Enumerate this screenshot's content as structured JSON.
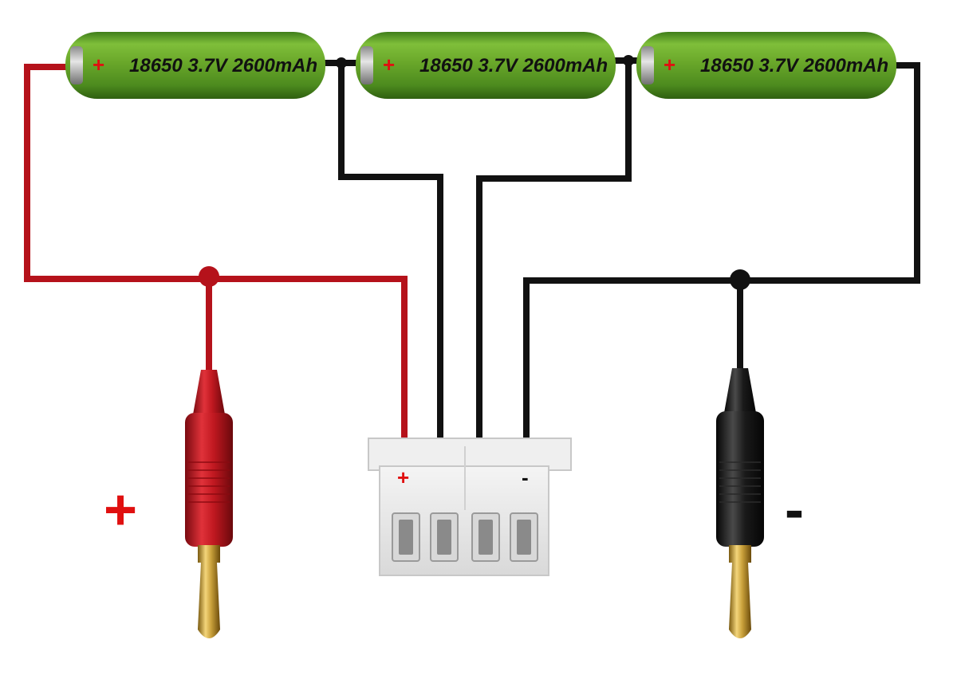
{
  "batteries": [
    {
      "label": "18650 3.7V 2600mAh",
      "terminal_mark": "+"
    },
    {
      "label": "18650 3.7V 2600mAh",
      "terminal_mark": "+"
    },
    {
      "label": "18650 3.7V 2600mAh",
      "terminal_mark": "+"
    }
  ],
  "connector": {
    "positive_mark": "+",
    "negative_mark": "-"
  },
  "plugs": {
    "positive": {
      "mark": "+"
    },
    "negative": {
      "mark": "-"
    }
  },
  "colors": {
    "positive_wire": "#b5121b",
    "negative_wire": "#111111",
    "battery_body": "#6ea82c",
    "positive_mark": "#e01010",
    "negative_mark": "#111111"
  }
}
